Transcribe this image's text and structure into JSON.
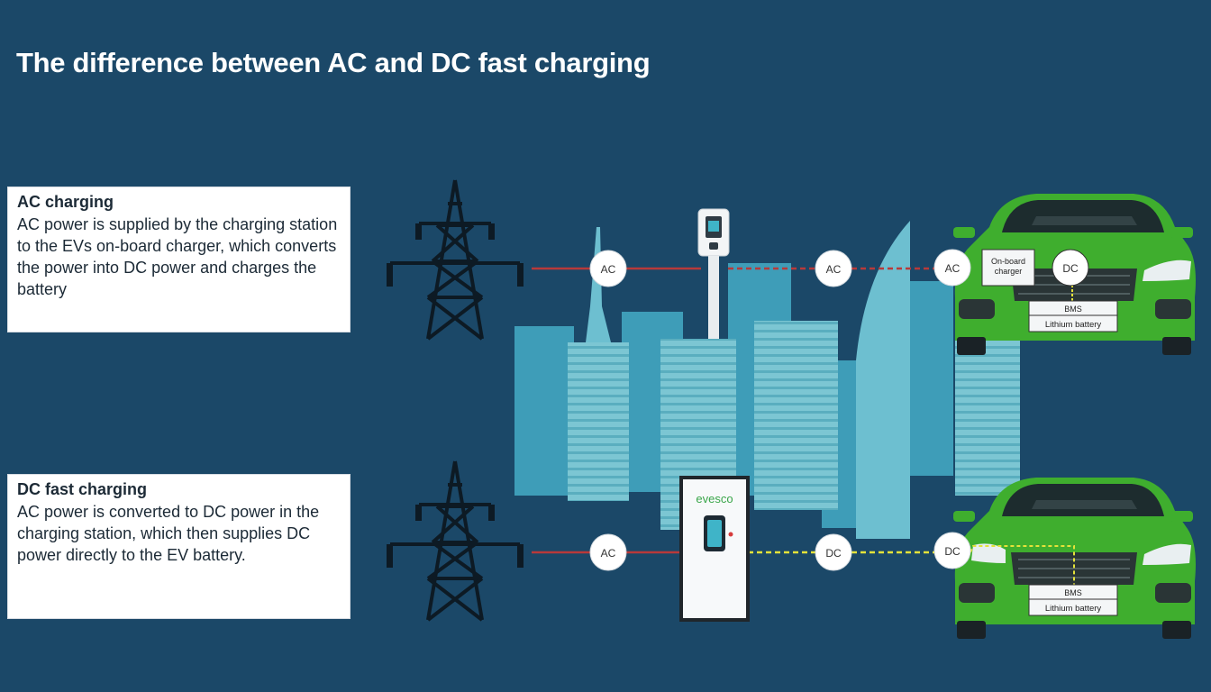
{
  "title": "The difference between AC and DC fast charging",
  "ac_section": {
    "heading": "AC charging",
    "body": "AC power is supplied by the charging station to the EVs on-board charger, which converts the power into DC power and charges the battery"
  },
  "dc_section": {
    "heading": "DC fast charging",
    "body": "AC power is converted to DC power in the charging station, which then supplies DC power directly to the EV battery."
  },
  "ac_row": {
    "nodes": [
      "AC",
      "AC",
      "AC",
      "DC"
    ],
    "onboard_charger": "On-board charger",
    "bms": "BMS",
    "battery": "Lithium battery"
  },
  "dc_row": {
    "station_brand": "evesco",
    "nodes": [
      "AC",
      "DC",
      "DC"
    ],
    "bms": "BMS",
    "battery": "Lithium battery"
  },
  "colors": {
    "background": "#1b4868",
    "ac_line": "#b8393a",
    "dc_line": "#e4e23a",
    "car": "#3fae2e",
    "city": "#5bb6c9",
    "brand": "#3aa64a"
  }
}
